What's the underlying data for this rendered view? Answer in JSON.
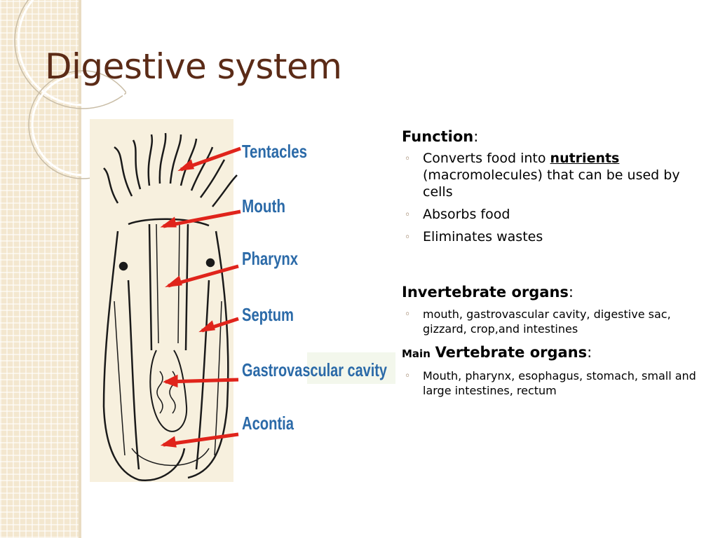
{
  "slide": {
    "title": "Digestive system"
  },
  "diagram": {
    "labels": [
      "Tentacles",
      "Mouth",
      "Pharynx",
      "Septum",
      "Gastrovascular cavity",
      "Acontia"
    ],
    "colors": {
      "label": "#2b6aa8",
      "arrow": "#e0241b",
      "background": "#f7f0de"
    }
  },
  "function_section": {
    "heading": "Function",
    "colon": ":",
    "items": [
      {
        "prefix": "Converts food into ",
        "emphasis": "nutrients",
        "suffix": " (macromolecules) that can be used by cells"
      },
      {
        "text": "Absorbs food"
      },
      {
        "text": "Eliminates wastes"
      }
    ]
  },
  "invertebrate_section": {
    "heading": "Invertebrate organs",
    "colon": ":",
    "items": [
      {
        "text": "mouth, gastrovascular cavity, digestive sac, gizzard, crop,and intestines"
      }
    ]
  },
  "vertebrate_section": {
    "prefix": "Main",
    "heading": "Vertebrate organs",
    "colon": ":",
    "items": [
      {
        "text": "Mouth, pharynx, esophagus, stomach, small and large intestines, rectum"
      }
    ]
  },
  "bullet_symbol": "◦",
  "colors": {
    "title": "#5b2b17",
    "band": "#f3e7cf"
  }
}
